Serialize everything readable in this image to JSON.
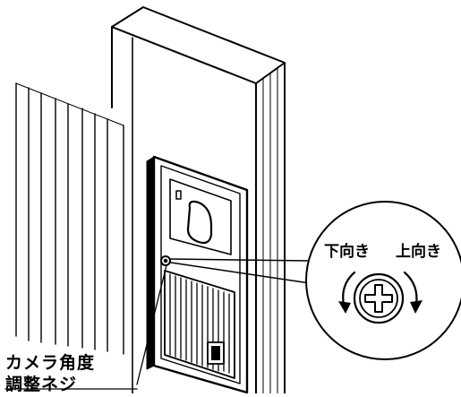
{
  "diagram": {
    "rotation_labels": {
      "down": "下向き",
      "up": "上向き"
    },
    "callout": {
      "line1": "カメラ角度",
      "line2": "調整ネジ"
    }
  }
}
